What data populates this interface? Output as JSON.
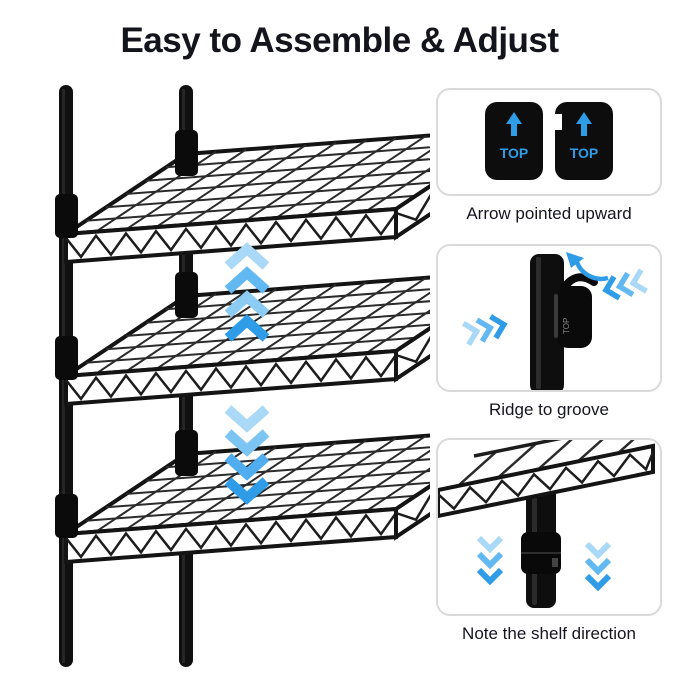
{
  "title": "Easy to Assemble & Adjust",
  "colors": {
    "accent_blue": "#2f9ce8",
    "chevron_light": "#a9d9f7",
    "chevron_mid": "#62b8f0",
    "title_text": "#14141d",
    "caption_text": "#15151f",
    "panel_border": "#dadada",
    "steel_black": "#0e0e0e"
  },
  "hero": {
    "subject": "black-wire-shelving-unit",
    "up_arrows_icon": "chevrons-up",
    "down_arrows_icon": "chevrons-down"
  },
  "panels": [
    {
      "caption": "Arrow pointed upward",
      "left_cap_label": "TOP",
      "right_cap_label": "TOP"
    },
    {
      "caption": "Ridge to groove",
      "clip_label": "TOP"
    },
    {
      "caption": "Note the shelf direction"
    }
  ]
}
